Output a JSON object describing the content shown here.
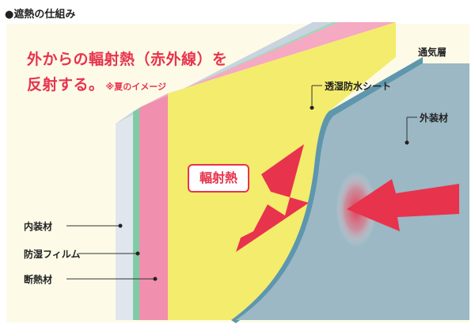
{
  "title": "●遮熱の仕組み",
  "headline": {
    "line1": "外からの輻射熱（赤外線）を",
    "line2": "反射する。",
    "note": "※夏のイメージ"
  },
  "labels": {
    "ventilation_layer": "通気層",
    "breathable_sheet": "透湿防水シート",
    "exterior": "外装材",
    "interior": "内装材",
    "vapor_film": "防湿フィルム",
    "insulation": "断熱材",
    "radiant_heat": "輻射熱"
  },
  "colors": {
    "background": "#fdfbe8",
    "insulation": "#f08fae",
    "reflective_yellow": "#f4ec6c",
    "exterior": "#9bb8c4",
    "accent_red": "#e8334d"
  }
}
